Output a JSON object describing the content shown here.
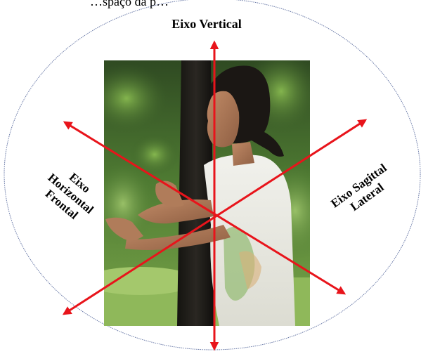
{
  "header": {
    "cut_text": "…spaço da p…"
  },
  "axes": {
    "vertical": "Eixo Vertical",
    "horizontal_line1": "Eixo",
    "horizontal_line2": "Horizontal",
    "horizontal_line3": "Frontal",
    "sagittal_line1": "Eixo Sagittal",
    "sagittal_line2": "Lateral"
  },
  "colors": {
    "arrow": "#e8141b",
    "ellipse": "#6a7aa8"
  },
  "icons": {
    "arrowhead": "arrowhead-icon"
  }
}
